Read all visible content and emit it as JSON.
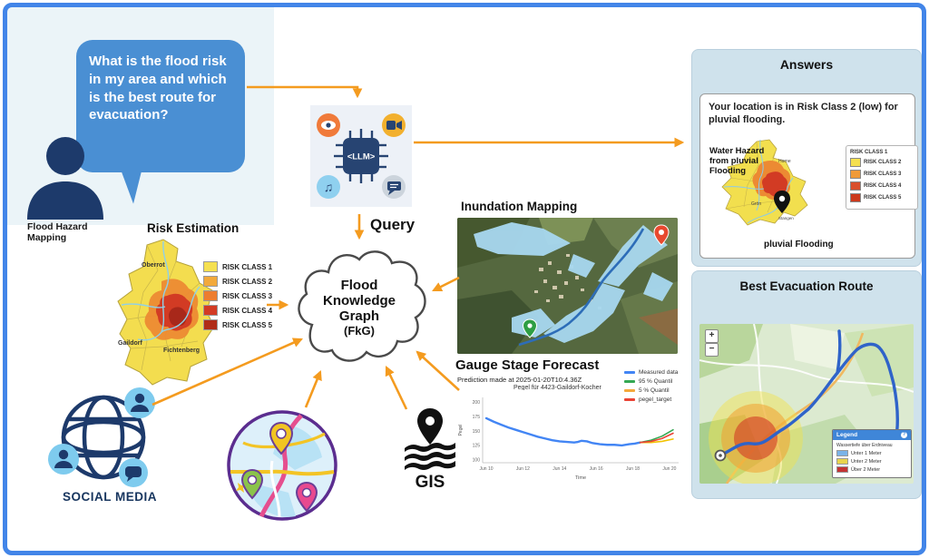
{
  "speech_bubble": {
    "text": "What is the flood risk in my area and which is the best route for evacuation?"
  },
  "actor": {
    "label_line1": "Flood Hazard",
    "label_line2": "Mapping"
  },
  "llm": {
    "chip_label": "<LLM>"
  },
  "query_label": "Query",
  "cloud": {
    "line1": "Flood",
    "line2": "Knowledge",
    "line3": "Graph",
    "line4": "(FkG)"
  },
  "risk_estimation": {
    "title": "Risk Estimation",
    "places": [
      "Oberrot",
      "Gaildorf",
      "Fichtenberg"
    ],
    "legend": [
      {
        "label": "RISK CLASS 1",
        "color": "#f5e050"
      },
      {
        "label": "RISK CLASS 2",
        "color": "#f2a93b"
      },
      {
        "label": "RISK CLASS 3",
        "color": "#ed7d2f"
      },
      {
        "label": "RISK CLASS 4",
        "color": "#d23b24"
      },
      {
        "label": "RISK CLASS 5",
        "color": "#b02c18"
      }
    ]
  },
  "inundation": {
    "title": "Inundation Mapping"
  },
  "gauge_forecast": {
    "title": "Gauge Stage Forecast",
    "subtitle": "Prediction made at 2025-01-20T10:4.36Z",
    "chart_title": "Pegel für 4423-Gaildorf-Kocher",
    "legend": [
      {
        "label": "Measured data",
        "color": "#4285f4"
      },
      {
        "label": "95 % Quantil",
        "color": "#34a853"
      },
      {
        "label": "5 % Quantil",
        "color": "#f4a93b"
      },
      {
        "label": "pegel_target",
        "color": "#ea4335"
      }
    ]
  },
  "social_media": {
    "label": "SOCIAL MEDIA"
  },
  "gis": {
    "label": "GIS"
  },
  "answers": {
    "title": "Answers",
    "message": "Your location is in Risk Class 2 (low) for pluvial flooding.",
    "map_title_line1": "Water Hazard",
    "map_title_line2": "from pluvial",
    "map_title_line3": "Flooding",
    "map_caption": "pluvial Flooding",
    "map_places": [
      "Horne",
      "Grön",
      "Stangen"
    ],
    "legend_title": "RISK CLASS 1",
    "legend": [
      {
        "label": "RISK CLASS 2",
        "color": "#f5e050"
      },
      {
        "label": "RISK CLASS 3",
        "color": "#f09a38"
      },
      {
        "label": "RISK CLASS 4",
        "color": "#d94f2b"
      },
      {
        "label": "RISK CLASS 5",
        "color": "#cc3a1d"
      }
    ]
  },
  "evacuation": {
    "title": "Best Evacuation Route",
    "zoom_in": "+",
    "zoom_out": "−",
    "legend": {
      "header": "Legend",
      "subtitle": "Wassertiefe über Erdniveau",
      "items": [
        {
          "label": "Unter 1 Meter",
          "color": "#7ab3e8"
        },
        {
          "label": "Unter 2 Meter",
          "color": "#e8d44d"
        },
        {
          "label": "Über 2 Meter",
          "color": "#c43333"
        }
      ]
    }
  },
  "chart_data": {
    "type": "line",
    "title": "Pegel für 4423-Gaildorf-Kocher",
    "xlabel": "Time",
    "ylabel": "Pegel",
    "x_ticks": [
      "Jun 10",
      "Jun 12",
      "Jun 14",
      "Jun 16",
      "Jun 18",
      "Jun 20"
    ],
    "x_tick_pos": [
      10,
      12,
      14,
      16,
      18,
      20
    ],
    "y_ticks": [
      100,
      125,
      150,
      175,
      200
    ],
    "xlim": [
      9.8,
      20.5
    ],
    "ylim": [
      95,
      208
    ],
    "grid": false,
    "legend_position": "upper right",
    "series": [
      {
        "name": "Measured data",
        "color": "#4285f4",
        "x": [
          10,
          10.4,
          10.8,
          11.2,
          11.6,
          12,
          12.4,
          12.8,
          13.2,
          13.6,
          14,
          14.4,
          14.8,
          15,
          15.2,
          15.5,
          15.8,
          16.2,
          16.6,
          17,
          17.4,
          17.8,
          18.1,
          18.4
        ],
        "y": [
          172,
          166,
          161,
          156,
          152,
          148,
          144,
          140,
          137,
          134,
          132,
          131,
          130,
          131,
          133,
          132,
          129,
          127,
          126,
          126,
          125,
          127,
          128,
          130
        ]
      },
      {
        "name": "95 % Quantil",
        "color": "#34a853",
        "x": [
          18.4,
          19,
          19.6,
          20.2
        ],
        "y": [
          130,
          134,
          141,
          152
        ]
      },
      {
        "name": "5 % Quantil",
        "color": "#f2c200",
        "x": [
          18.4,
          19,
          19.6,
          20.2
        ],
        "y": [
          130,
          130,
          132,
          136
        ]
      },
      {
        "name": "pegel_target",
        "color": "#ea4335",
        "x": [
          18.4,
          19,
          19.6,
          20.2
        ],
        "y": [
          130,
          132,
          137,
          146
        ]
      }
    ]
  }
}
